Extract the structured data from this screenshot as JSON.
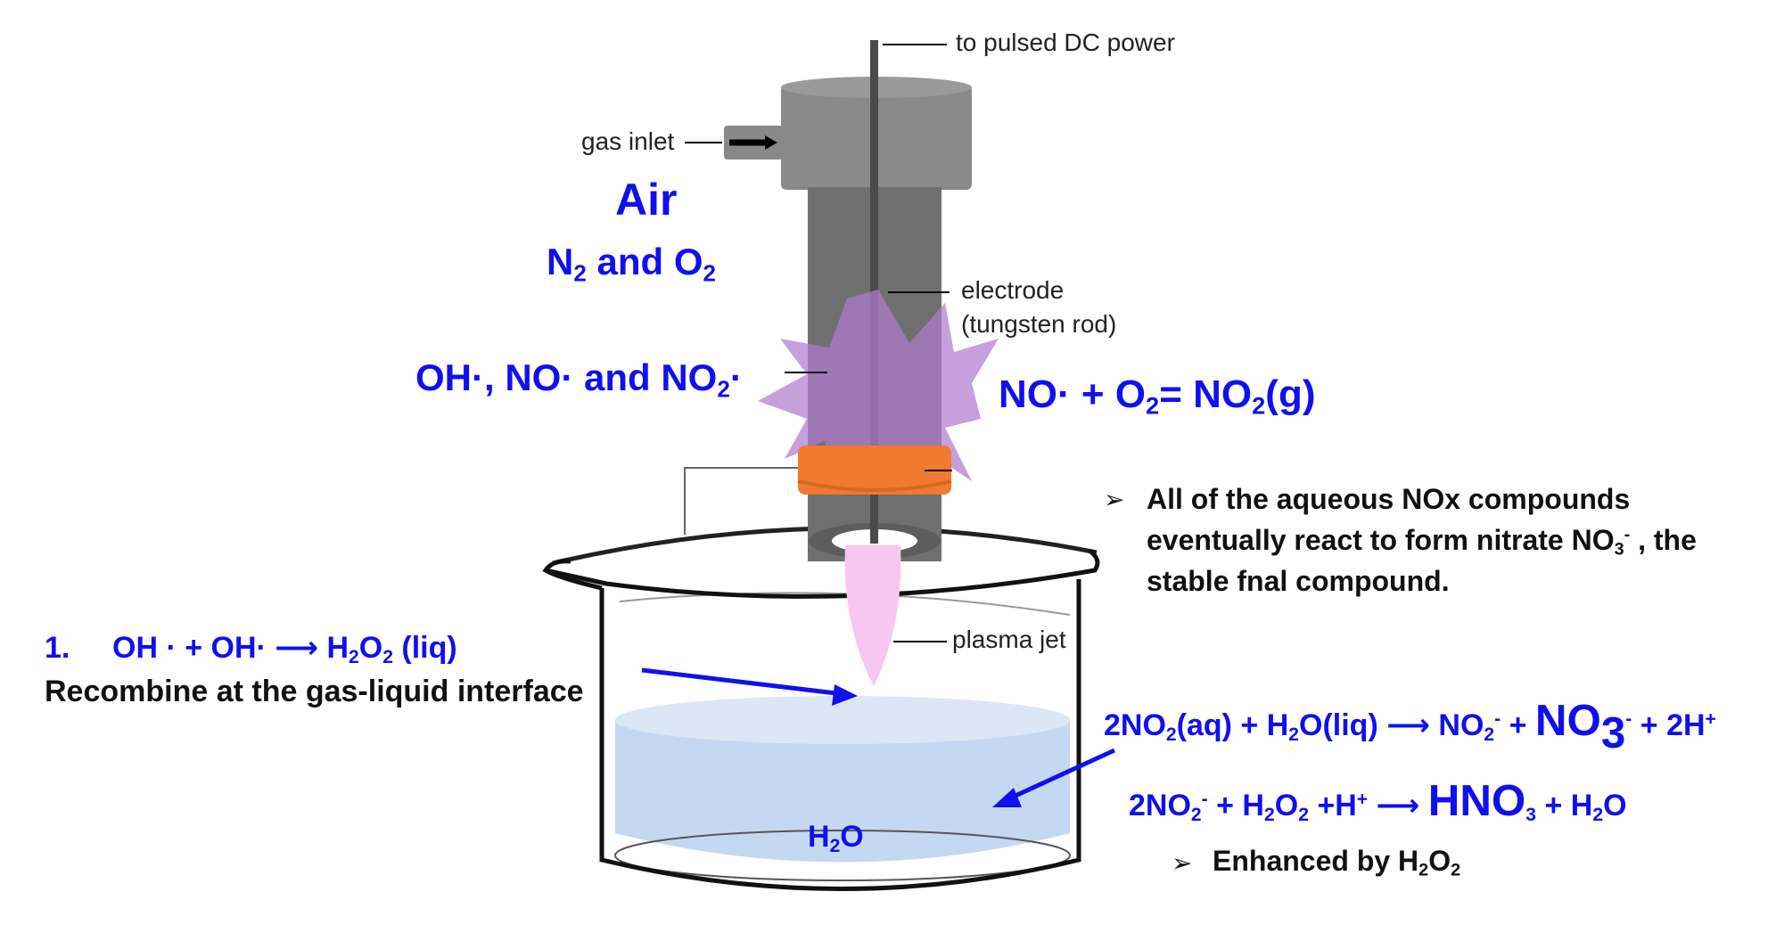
{
  "labels": {
    "power": "to pulsed DC power",
    "gas_inlet": "gas inlet",
    "electrode_1": "electrode",
    "electrode_2": "(tungsten rod)",
    "plasma_jet": "plasma jet",
    "water": "H",
    "water_sub": "2",
    "water_end": "O"
  },
  "gas": {
    "air": "Air",
    "n2": "N",
    "n2_sub": "2",
    "and": " and O",
    "o2_sub": "2"
  },
  "radicals": {
    "a": "OH·, NO· and NO",
    "a_sub": "2",
    "a_end": "·"
  },
  "reaction_no": {
    "a": "NO· + O",
    "a_sub": "2",
    "b": "= NO",
    "b_sub": "2",
    "c": "(g)"
  },
  "note_nox": {
    "bullet": "➢",
    "line1": "All of the aqueous NOx compounds",
    "line2a": "eventually react to form nitrate NO",
    "line2_sub": "3",
    "line2_sup": "-",
    "line2b": " , the",
    "line3": "stable fnal  compound."
  },
  "reaction_h2o2": {
    "num": "1.",
    "a": "OH · + OH· ⟶ H",
    "sub1": "2",
    "b": "O",
    "sub2": "2",
    "c": " (liq)",
    "caption": "Recombine at the gas-liquid interface"
  },
  "reaction_no2": {
    "a": "2NO",
    "sub1": "2",
    "b": "(aq) + H",
    "sub2": "2",
    "c": "O(liq) ⟶ NO",
    "sub3": "2",
    "sup3": "-",
    "d": " + ",
    "e": "NO",
    "sub4": "3",
    "sup4": "-",
    "f": "  + 2H",
    "sup5": "+"
  },
  "reaction_hno3": {
    "a": "2NO",
    "sub1": "2",
    "sup1": "-",
    "b": " + H",
    "sub2": "2",
    "c": "O",
    "sub3": "2",
    "d": " +H",
    "sup4": "+",
    "e": " ⟶ ",
    "f": "HNO",
    "sub5": "3",
    "g": " + H",
    "sub6": "2",
    "h": "O"
  },
  "note_enhanced": {
    "bullet": "➢",
    "a": "Enhanced  by H",
    "sub1": "2",
    "b": "O",
    "sub2": "2"
  },
  "colors": {
    "accent_blue": "#1010ee",
    "electrode_gray": "#6f6f6f",
    "cap_gray": "#8a8a8a",
    "plasma_purple": "#b07ad0",
    "ring_orange": "#f07a30",
    "water_blue": "#c5d8f2",
    "jet_pink": "#f7c7f2"
  }
}
